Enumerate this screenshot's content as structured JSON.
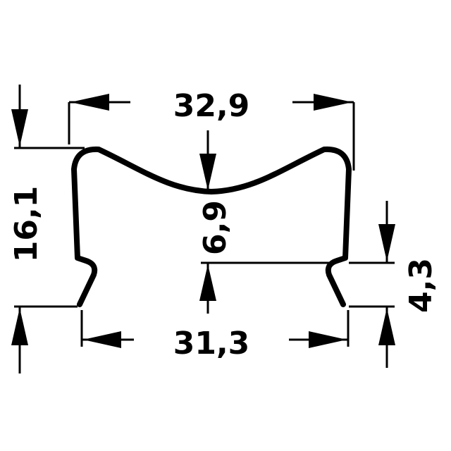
{
  "dimensions": {
    "top_width": "32,9",
    "bottom_width": "31,3",
    "total_height": "16,1",
    "center_depth": "6,9",
    "side_height": "4,3"
  },
  "colors": {
    "ink": "#000000",
    "background": "#ffffff"
  }
}
